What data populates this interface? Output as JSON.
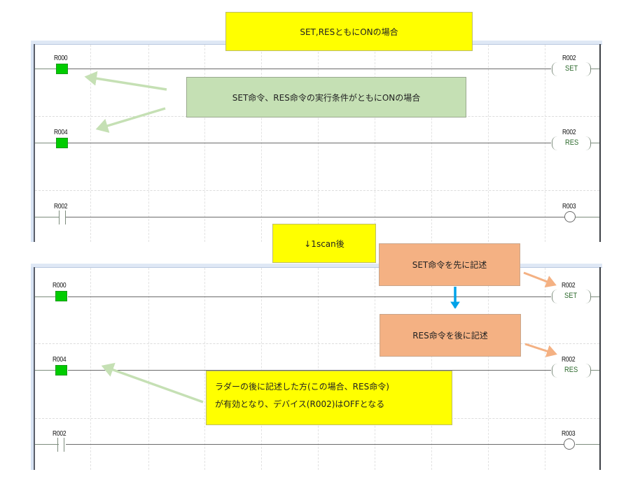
{
  "top_panel": {
    "title_note": "SET,RESともにONの場合",
    "condition_note": "SET命令、RES命令の実行条件がともにONの場合",
    "rungs": [
      {
        "contact": "R000",
        "contact_type": "no-contact-on",
        "coil": "R002",
        "coil_function": "SET"
      },
      {
        "contact": "R004",
        "contact_type": "no-contact-on",
        "coil": "R002",
        "coil_function": "RES"
      },
      {
        "contact": "R002",
        "contact_type": "no-contact-off",
        "coil": "R003",
        "coil_function": ""
      }
    ]
  },
  "transition_note": "↓1scan後",
  "bottom_panel": {
    "set_note": "SET命令を先に記述",
    "res_note": "RES命令を後に記述",
    "result_note_lines": [
      "ラダーの後に記述した方(この場合、RES命令)",
      "が有効となり、デバイス(R002)はOFFとなる"
    ],
    "rungs": [
      {
        "contact": "R000",
        "contact_type": "no-contact-on",
        "coil": "R002",
        "coil_function": "SET"
      },
      {
        "contact": "R004",
        "contact_type": "no-contact-on",
        "coil": "R002",
        "coil_function": "RES"
      },
      {
        "contact": "R002",
        "contact_type": "no-contact-off",
        "coil": "R003",
        "coil_function": ""
      }
    ]
  },
  "colors": {
    "contact_on": "#00cc00",
    "note_yellow": "#ffff00",
    "note_green": "#c5e0b4",
    "note_orange": "#f4b183",
    "arrow_green": "#c5e0b4",
    "arrow_orange": "#f4b183",
    "arrow_blue": "#00a2e8"
  }
}
